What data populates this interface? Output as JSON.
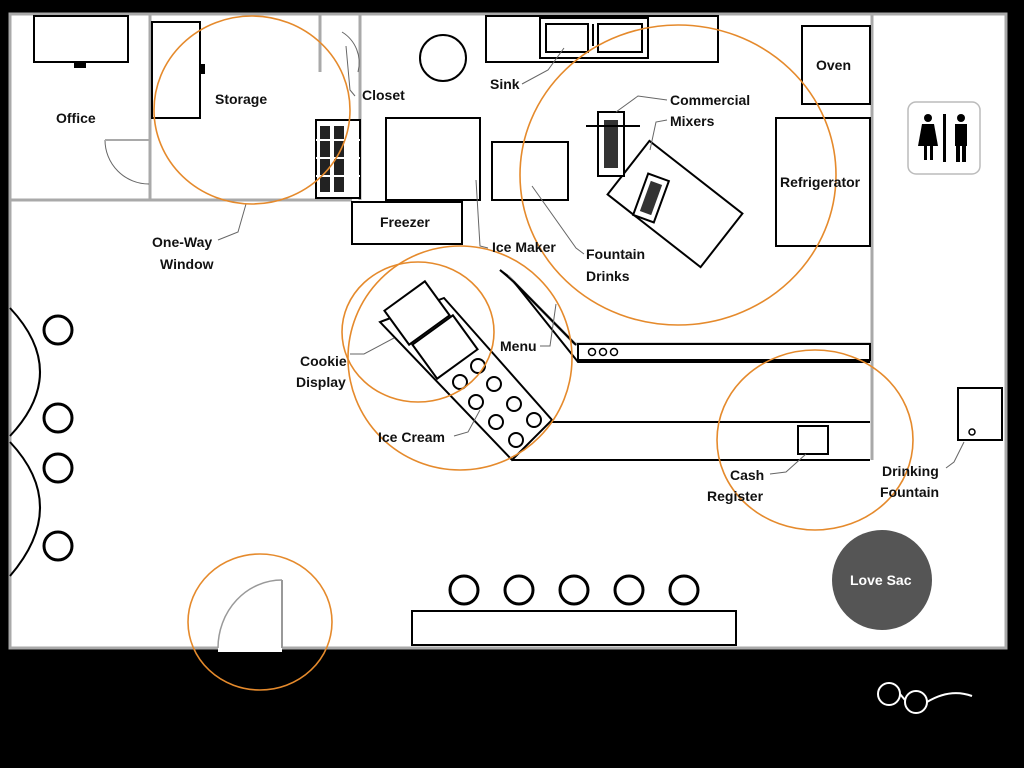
{
  "labels": {
    "office": "Office",
    "storage": "Storage",
    "closet": "Closet",
    "sink": "Sink",
    "commercial": "Commercial",
    "mixers": "Mixers",
    "oven": "Oven",
    "refrigerator": "Refrigerator",
    "freezer": "Freezer",
    "ice_maker": "Ice Maker",
    "fountain": "Fountain",
    "drinks": "Drinks",
    "one_way": "One-Way",
    "window": "Window",
    "menu": "Menu",
    "cookie": "Cookie",
    "display": "Display",
    "ice_cream": "Ice Cream",
    "cash": "Cash",
    "register": "Register",
    "drinking": "Drinking",
    "fountain2": "Fountain",
    "love_sac": "Love Sac"
  },
  "colors": {
    "highlight_ring": "#e58a2c",
    "wall": "#a9a9a9",
    "love_sac": "#555555",
    "background": "#000000",
    "floor": "#ffffff"
  },
  "icons": {
    "restroom": "restroom-sign-icon",
    "logo": "glasses-logo-icon"
  }
}
